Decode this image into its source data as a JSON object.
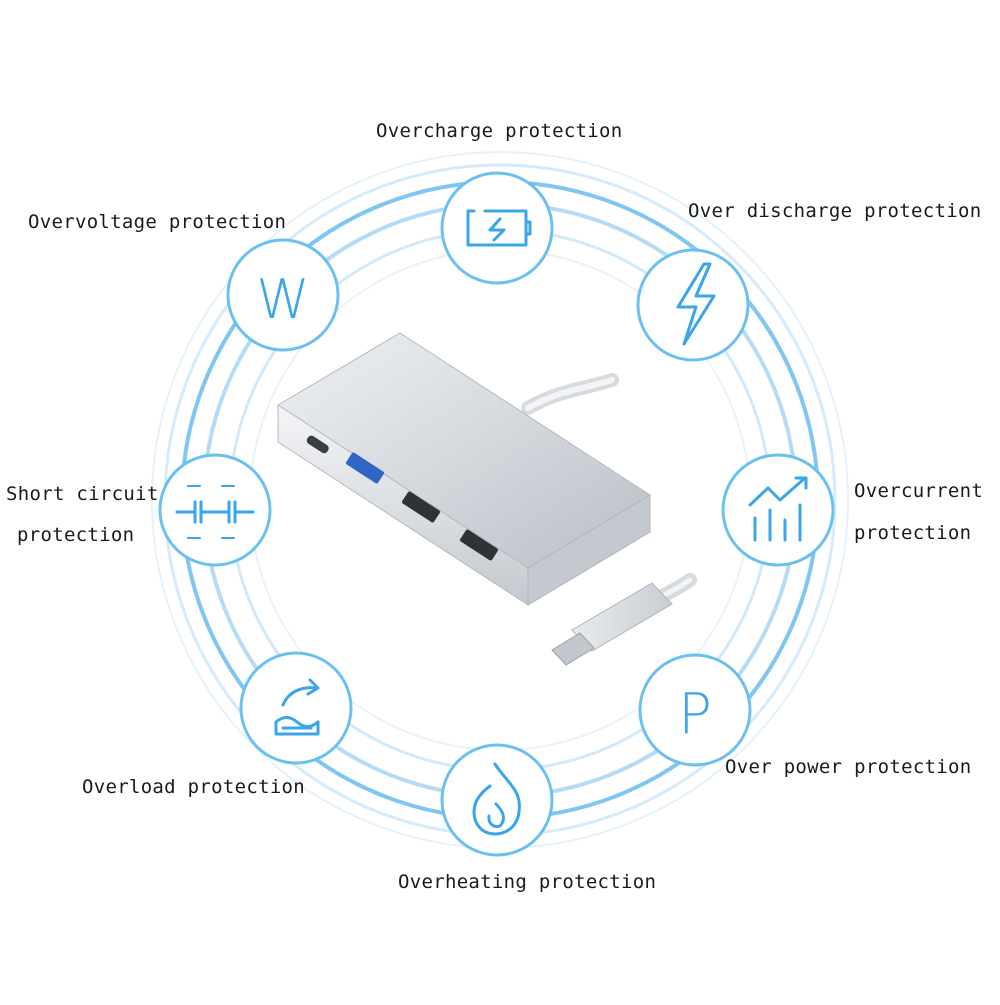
{
  "features": [
    {
      "id": "overcharge",
      "label": "Overcharge protection",
      "icon": "battery-charge-icon"
    },
    {
      "id": "over-discharge",
      "label": "Over discharge protection",
      "icon": "lightning-bolt-icon"
    },
    {
      "id": "overcurrent",
      "label_lines": [
        "Overcurrent",
        "protection"
      ],
      "icon": "rising-chart-icon"
    },
    {
      "id": "over-power",
      "label": "Over power protection",
      "icon": "letter-p-icon",
      "glyph": "P"
    },
    {
      "id": "overheating",
      "label": "Overheating protection",
      "icon": "flame-icon"
    },
    {
      "id": "overload",
      "label": "Overload protection",
      "icon": "water-level-arrow-icon"
    },
    {
      "id": "short-circuit",
      "label_lines": [
        "Short circuit",
        "protection"
      ],
      "icon": "circuit-icon"
    },
    {
      "id": "overvoltage",
      "label": "Overvoltage protection",
      "icon": "letter-w-icon",
      "glyph": "W"
    }
  ],
  "colors": {
    "ring": "#bfe0f7",
    "icon_stroke": "#3aa5e8",
    "circle_border": "#6cc0f0",
    "device_body": "#cfd3d8",
    "usb3_blue": "#3a7bd5"
  }
}
